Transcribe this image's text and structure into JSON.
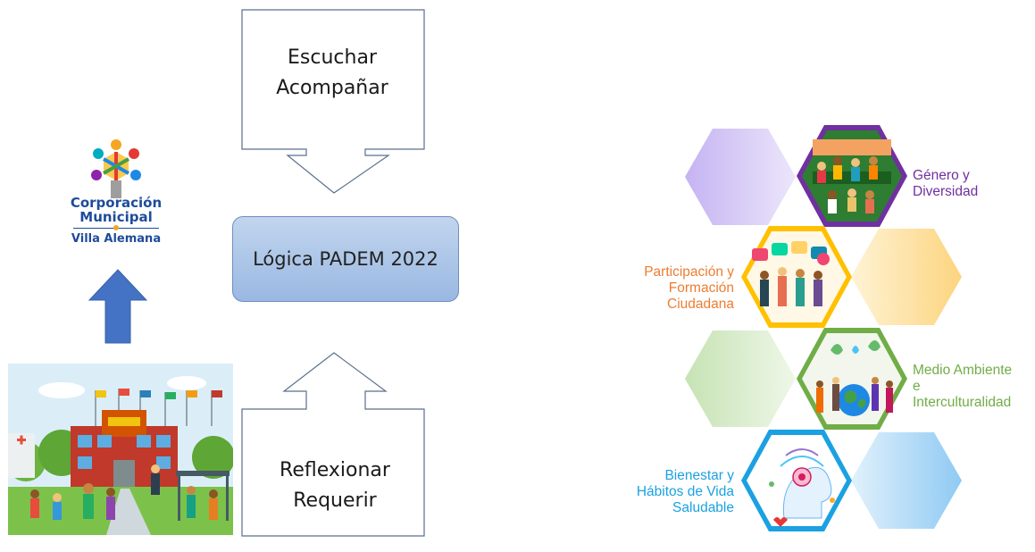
{
  "logo": {
    "line1": "Corporación",
    "line2": "Municipal",
    "line3": "Villa Alemana"
  },
  "callouts": {
    "top": {
      "line1": "Escuchar",
      "line2": "Acompañar"
    },
    "bottom": {
      "line1": "Reflexionar",
      "line2": "Requerir"
    }
  },
  "center_box": {
    "label": "Lógica PADEM 2022"
  },
  "hex_labels": {
    "genero": {
      "line1": "Género y",
      "line2": "Diversidad",
      "color": "#7030a0"
    },
    "participacion": {
      "line1": "Participación y",
      "line2": "Formación",
      "line3": "Ciudadana",
      "color": "#ed7d31"
    },
    "medio": {
      "line1": "Medio Ambiente",
      "line2": "e",
      "line3": "Interculturalidad",
      "color": "#70ad47"
    },
    "bienestar": {
      "line1": "Bienestar y",
      "line2": "Hábitos de Vida",
      "line3": "Saludable",
      "color": "#1ba1e2"
    }
  },
  "colors": {
    "arrow_blue": "#4472c4",
    "box_blue": "#a9c4e8",
    "hex_purple": "#7030a0",
    "hex_orange": "#ffc000",
    "hex_green": "#70ad47",
    "hex_blue": "#1ba1e2"
  }
}
